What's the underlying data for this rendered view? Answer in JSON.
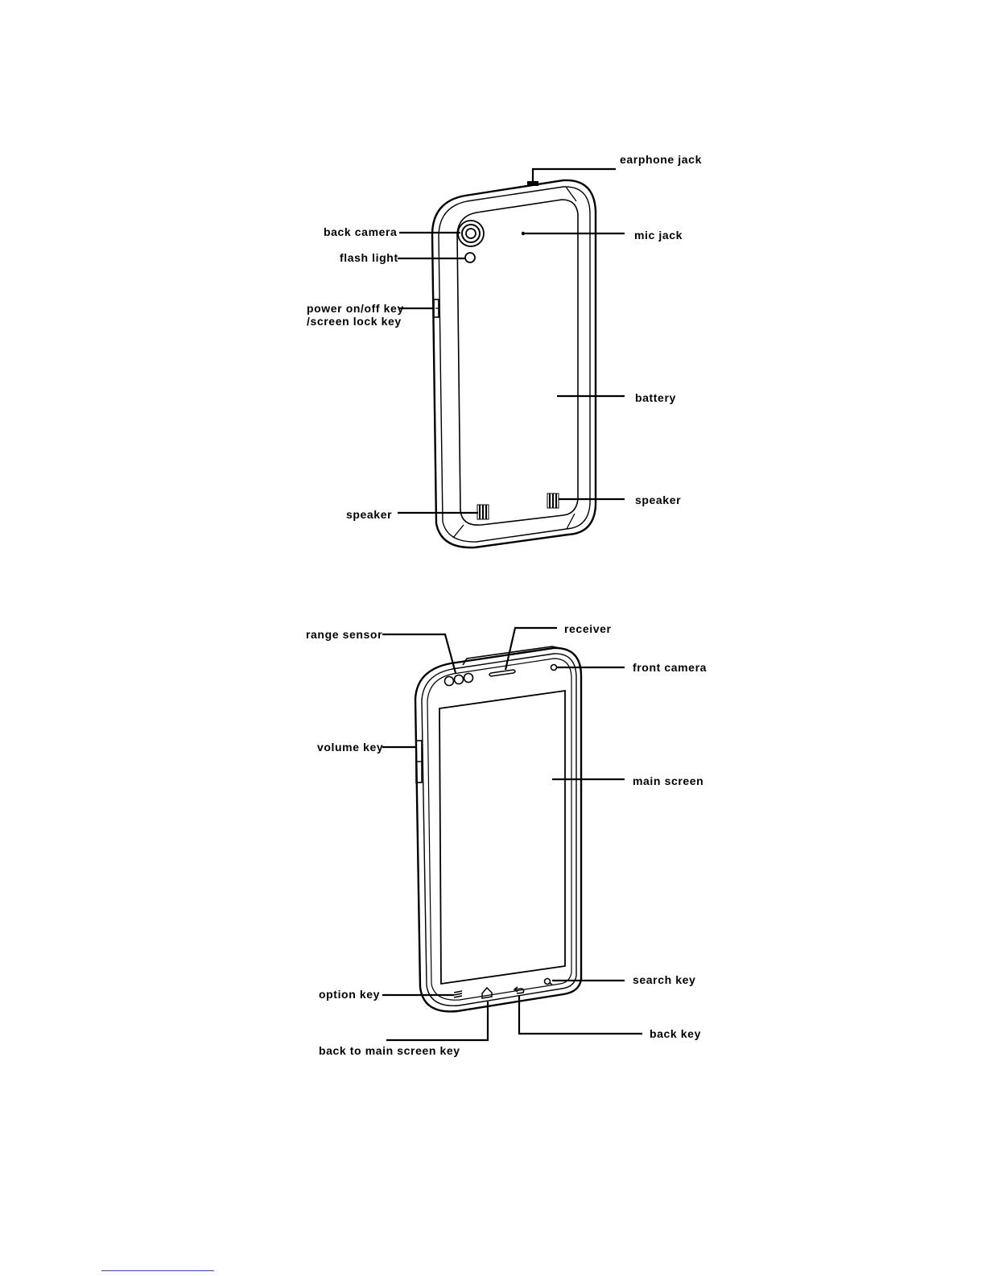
{
  "back_view": {
    "labels": {
      "earphone_jack": "earphone jack",
      "back_camera": "back camera",
      "mic_jack": "mic jack",
      "flash_light": "flash light",
      "power_key_line1": "power on/off key",
      "power_key_line2": "/screen lock key",
      "battery": "battery",
      "speaker_left": "speaker",
      "speaker_right": "speaker"
    }
  },
  "front_view": {
    "labels": {
      "range_sensor": "range  sensor",
      "receiver": "receiver",
      "front_camera": "front camera",
      "volume_key": "volume key",
      "main_screen": "main screen",
      "search_key": "search key",
      "option_key": "option key",
      "back_key": "back key",
      "back_to_main_screen_key": "back to main screen key"
    }
  },
  "colors": {
    "line": "#000000",
    "footnote_rule": "#2f4aa6"
  }
}
